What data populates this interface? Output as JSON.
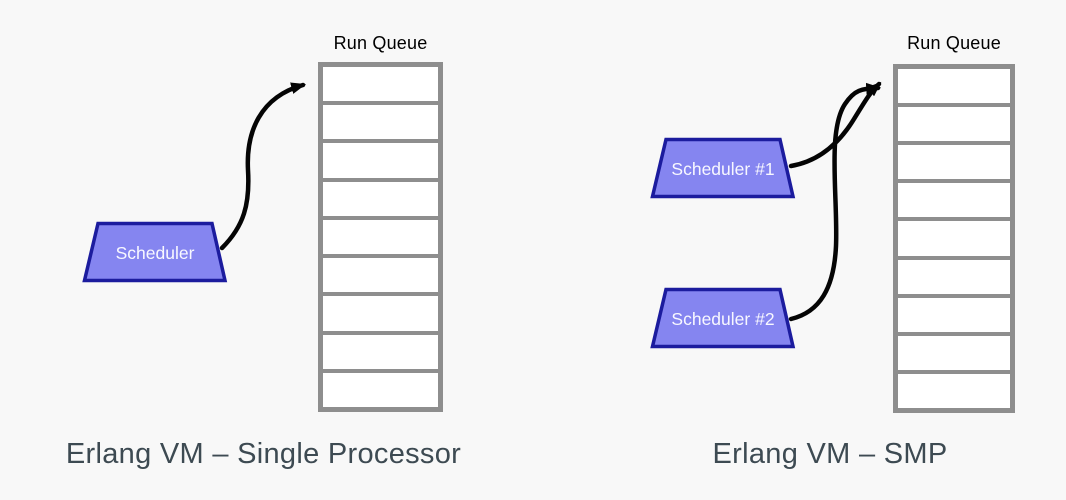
{
  "colors": {
    "background": "#f8f8f8",
    "scheduler_fill": "#8585f0",
    "scheduler_border": "#1c1c9e",
    "scheduler_text": "#f8f8ff",
    "queue_border": "#8e8e8e",
    "queue_cell": "#ffffff",
    "run_queue_label": "#000000",
    "caption": "#3d4a52",
    "arrow": "#050505"
  },
  "left_diagram": {
    "run_queue_label": "Run Queue",
    "queue_cells": 9,
    "scheduler": {
      "label": "Scheduler"
    },
    "caption": "Erlang VM – Single Processor"
  },
  "right_diagram": {
    "run_queue_label": "Run Queue",
    "queue_cells": 9,
    "schedulers": [
      {
        "label": "Scheduler #1"
      },
      {
        "label": "Scheduler #2"
      }
    ],
    "caption": "Erlang VM – SMP"
  }
}
